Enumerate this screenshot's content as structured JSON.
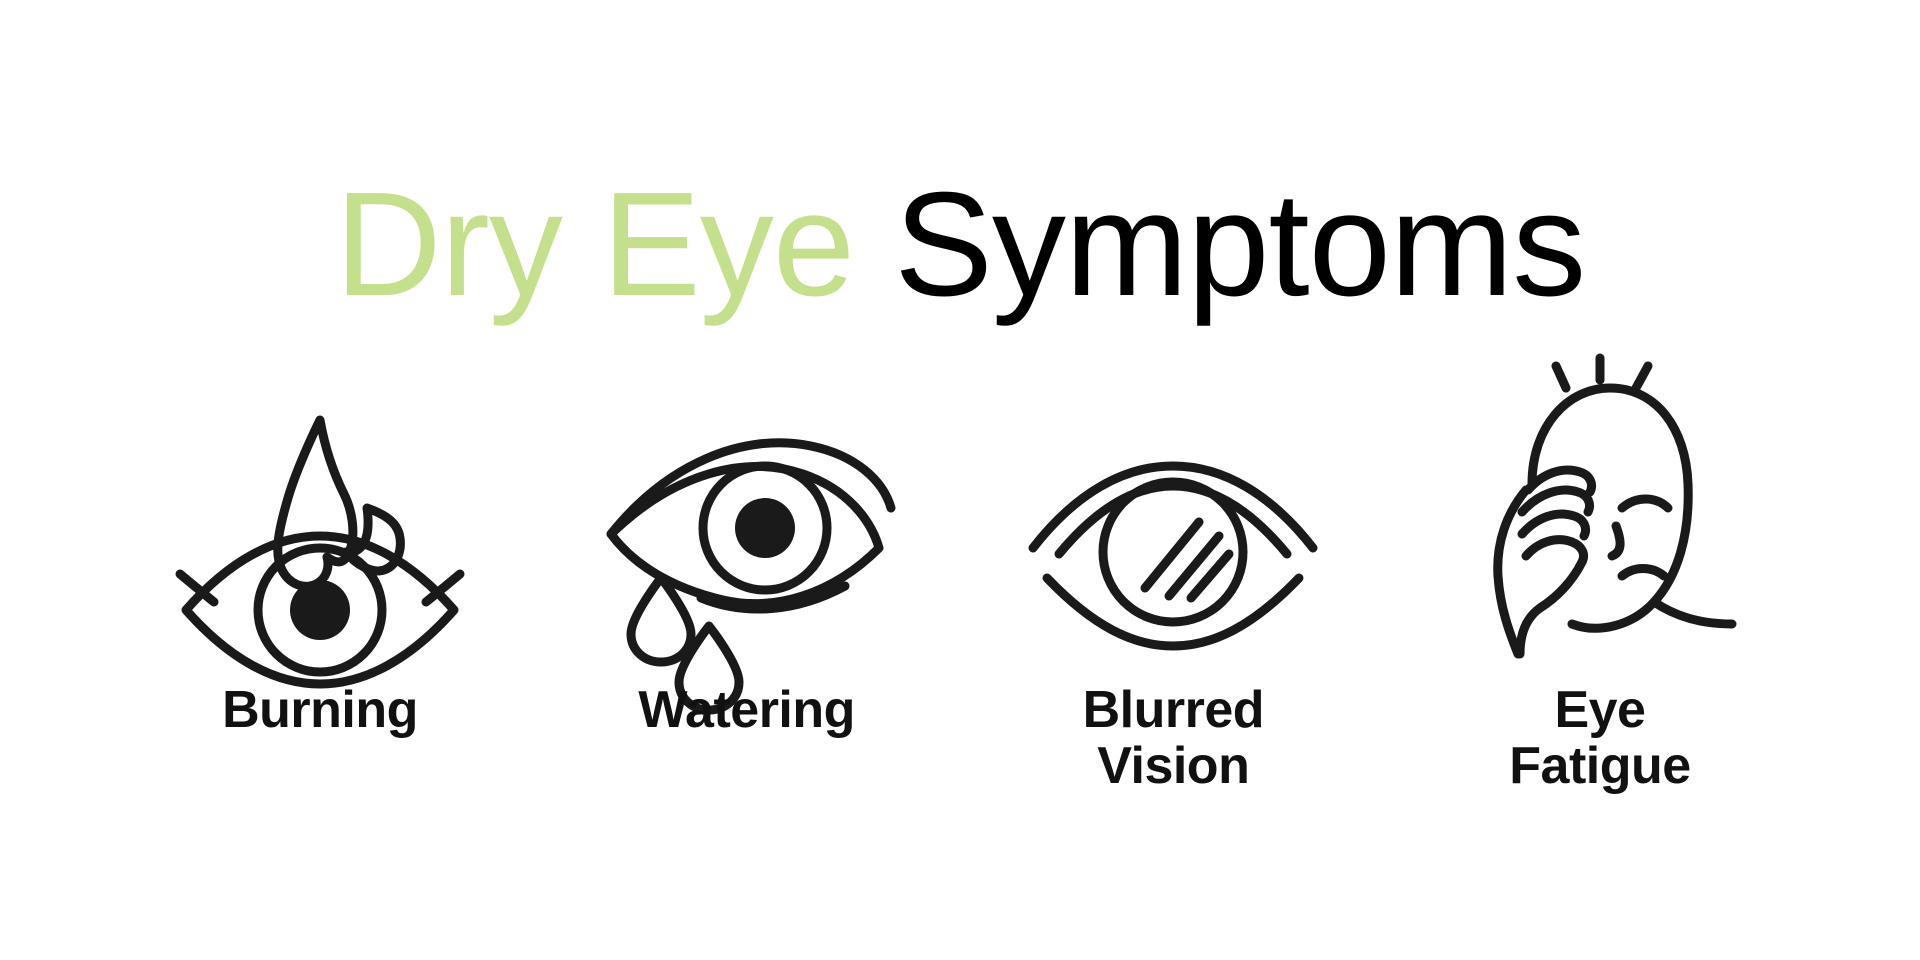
{
  "title": {
    "accent_text": "Dry Eye",
    "main_text": " Symptoms",
    "accent_color": "#c5e08c",
    "main_color": "#000000"
  },
  "background_color": "#ffffff",
  "stroke_color": "#1a1a1a",
  "symptoms": [
    {
      "label": "Burning",
      "icon": "eye-flame-icon",
      "icon_description": "Open eye with a flame rising above it"
    },
    {
      "label": "Watering",
      "icon": "eye-teardrops-icon",
      "icon_description": "Open eye with two falling teardrops"
    },
    {
      "label": "Blurred\nVision",
      "icon": "eye-blurred-icon",
      "icon_description": "Open eye with diagonal hatch lines across the iris"
    },
    {
      "label": "Eye\nFatigue",
      "icon": "face-rubbing-eye-icon",
      "icon_description": "Tired face with a hand rubbing one closed eye and strain marks"
    }
  ]
}
